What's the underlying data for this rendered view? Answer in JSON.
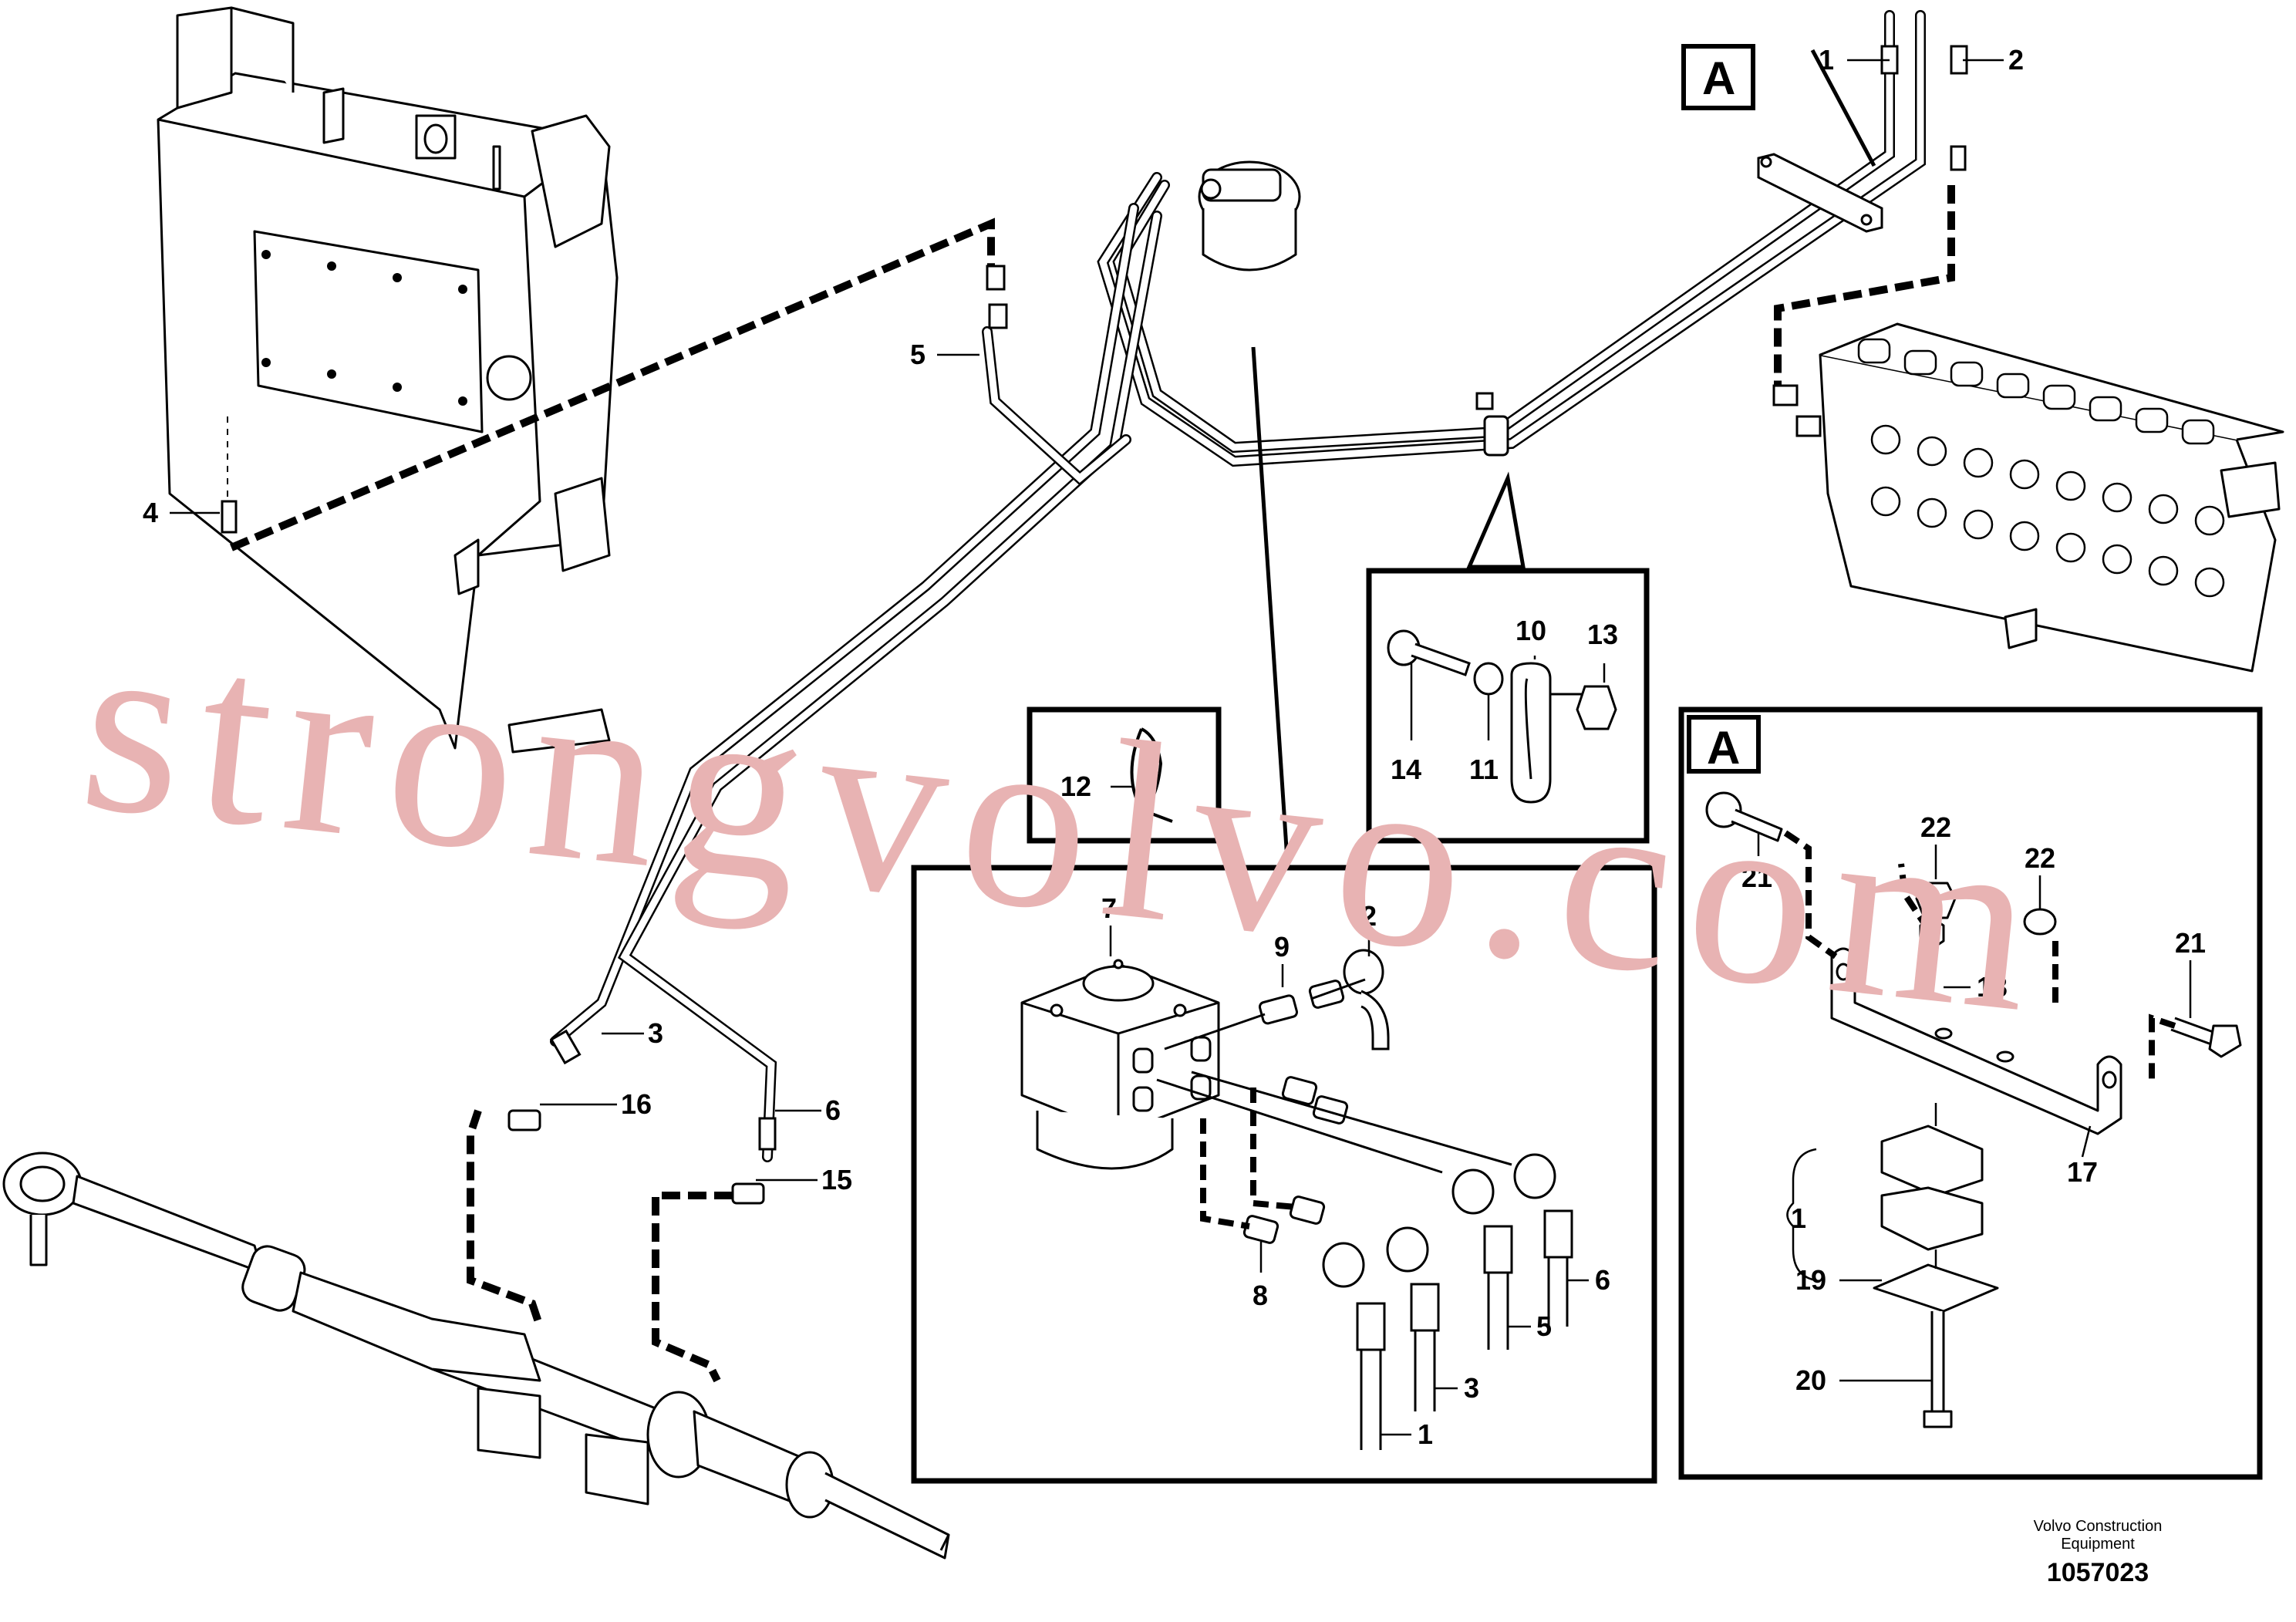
{
  "watermark": "strongvolvo.com",
  "brand": {
    "line1": "Volvo Construction",
    "line2": "Equipment",
    "doc_number": "1057023"
  },
  "reference_letter": "A",
  "callouts": {
    "c1": "1",
    "c2": "2",
    "c3": "3",
    "c4": "4",
    "c5": "5",
    "c6": "6",
    "c7": "7",
    "c8": "8",
    "c9": "9",
    "c10": "10",
    "c11": "11",
    "c12": "12",
    "c13": "13",
    "c14": "14",
    "c15": "15",
    "c16": "16",
    "c17": "17",
    "c19": "19",
    "c20": "20",
    "c21": "21",
    "c22": "22"
  },
  "colors": {
    "line": "#000000",
    "watermark": "#e8b3b3"
  }
}
